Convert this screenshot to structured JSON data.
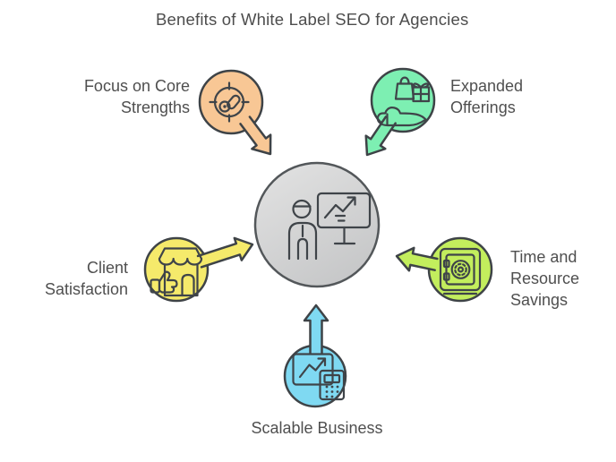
{
  "title": "Benefits of White Label SEO for Agencies",
  "colors": {
    "outline": "#3e4347",
    "icon_stroke": "#3f4449",
    "text": "#4f4f4f",
    "center_top": "#e3e3e3",
    "center_bottom": "#c7c8c9",
    "center_outline": "#53575a"
  },
  "center": {
    "icon": "presenter-chart-icon"
  },
  "nodes": [
    {
      "id": "focus-core-strengths",
      "label": "Focus on Core Strengths",
      "lines": [
        "Focus on Core",
        "Strengths"
      ],
      "color": "#f8c795",
      "icon": "target-gauge-icon",
      "position": "top-left"
    },
    {
      "id": "expanded-offerings",
      "label": "Expanded Offerings",
      "lines": [
        "Expanded",
        "Offerings"
      ],
      "color": "#7defb2",
      "icon": "hand-with-gifts-icon",
      "position": "top-right"
    },
    {
      "id": "client-satisfaction",
      "label": "Client Satisfaction",
      "lines": [
        "Client",
        "Satisfaction"
      ],
      "color": "#f5ea6b",
      "icon": "storefront-thumbs-up-icon",
      "position": "left"
    },
    {
      "id": "time-resource-savings",
      "label": "Time and Resource Savings",
      "lines": [
        "Time and",
        "Resource",
        "Savings"
      ],
      "color": "#c3ee5d",
      "icon": "safe-vault-icon",
      "position": "right"
    },
    {
      "id": "scalable-business",
      "label": "Scalable Business",
      "lines": [
        "Scalable Business"
      ],
      "color": "#7fd9f2",
      "icon": "chart-calculator-icon",
      "position": "bottom"
    }
  ]
}
